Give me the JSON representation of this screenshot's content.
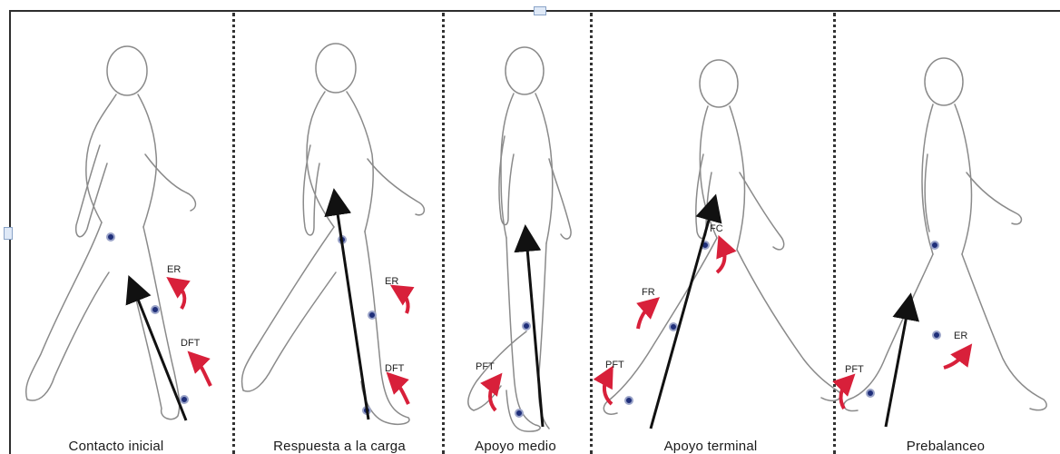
{
  "phases": [
    {
      "caption": "Contacto inicial",
      "labels": [
        "ER",
        "DFT"
      ]
    },
    {
      "caption": "Respuesta a la carga",
      "labels": [
        "ER",
        "DFT"
      ]
    },
    {
      "caption": "Apoyo medio",
      "labels": [
        "PFT"
      ]
    },
    {
      "caption": "Apoyo terminal",
      "labels": [
        "FC",
        "FR",
        "PFT"
      ]
    },
    {
      "caption": "Prebalanceo",
      "labels": [
        "ER",
        "PFT"
      ]
    }
  ],
  "colors": {
    "arrow_red": "#d8203a",
    "vector": "#111111",
    "joint": "#1f2f7a",
    "outline": "#8a8a8a"
  }
}
